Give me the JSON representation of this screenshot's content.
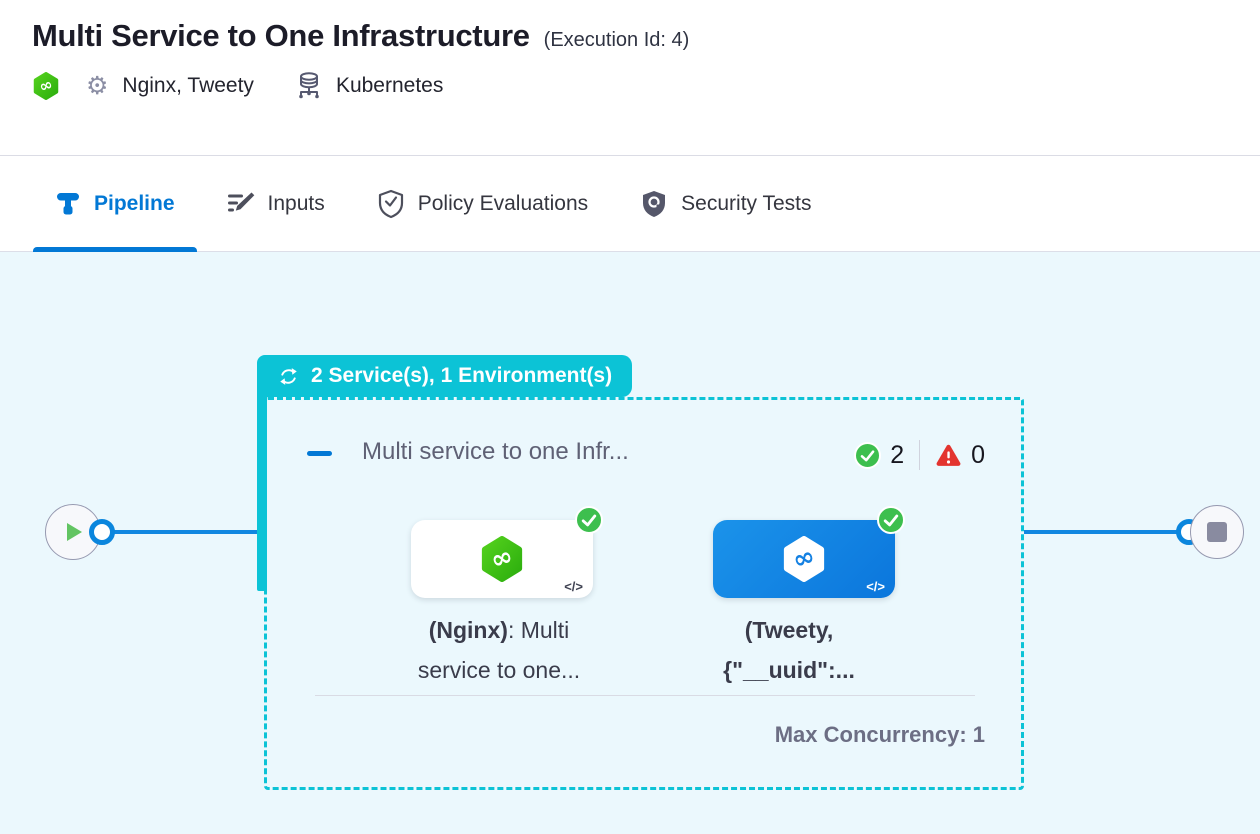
{
  "header": {
    "title": "Multi Service to One Infrastructure",
    "execution_id": "(Execution Id: 4)",
    "services": "Nginx, Tweety",
    "environment": "Kubernetes"
  },
  "tabs": {
    "pipeline": "Pipeline",
    "inputs": "Inputs",
    "policy_evaluations": "Policy Evaluations",
    "security_tests": "Security Tests",
    "active_tab": "Pipeline"
  },
  "canvas": {
    "loop_badge": "2 Service(s), 1 Environment(s)",
    "stage": {
      "name": "Multi service to one Infr...",
      "success_count": "2",
      "error_count": "0",
      "max_concurrency_label": "Max Concurrency: 1",
      "services": [
        {
          "name_bold": "(Nginx)",
          "name_rest": ": Multi",
          "name_line2": "service to one..."
        },
        {
          "name_line1": "(Tweety,",
          "name_line2": "{\"__uuid\":..."
        }
      ]
    }
  },
  "icons": {
    "gear": "⚙",
    "code": "</>",
    "infinity": "∞"
  },
  "colors": {
    "accent_blue": "#0278d5",
    "loop_teal": "#0cc3d6",
    "success_green": "#3dbf4e",
    "error_red": "#e3342f",
    "canvas_bg": "#ebf8fd"
  }
}
